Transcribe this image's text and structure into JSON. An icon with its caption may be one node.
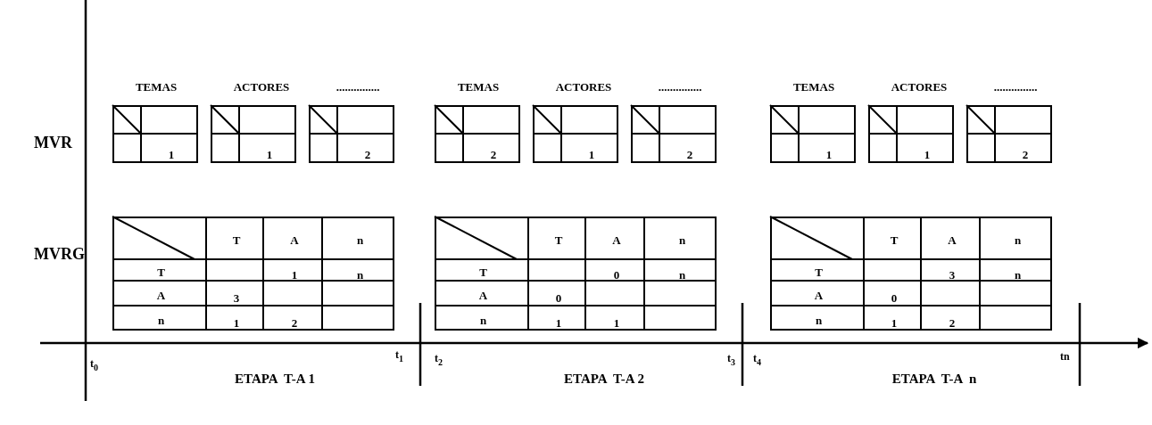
{
  "diagram": {
    "nodes": [
      {
        "text": [
          "1"
        ],
        "beside": [
          "TEMAS"
        ]
      },
      {
        "text": [
          "1"
        ],
        "beside": [
          "ACTORES"
        ]
      },
      {
        "text": [
          "2"
        ],
        "beside": [
          "..............."
        ]
      },
      {
        "text": [
          "2"
        ],
        "beside": [
          "TEMAS"
        ]
      },
      {
        "text": [
          "1"
        ],
        "beside": [
          "ACTORES"
        ]
      },
      {
        "text": [
          "2"
        ],
        "beside": [
          "..............."
        ]
      },
      {
        "text": [
          "1"
        ],
        "beside": [
          "TEMAS"
        ]
      },
      {
        "text": [
          "1"
        ],
        "beside": [
          "ACTORES"
        ]
      },
      {
        "text": [
          "2"
        ],
        "beside": [
          "..............."
        ]
      },
      {
        "text": [
          "T",
          "A",
          "n",
          "T",
          "1",
          "n",
          "A",
          "3",
          "n",
          "1",
          "2"
        ]
      },
      {
        "text": [
          "T",
          "A",
          "n",
          "T",
          "0",
          "n",
          "A",
          "0",
          "n",
          "1",
          "1"
        ]
      },
      {
        "text": [
          "T",
          "A",
          "n",
          "T",
          "3",
          "n",
          "A",
          "0",
          "n",
          "1",
          "2"
        ]
      }
    ],
    "labels": [
      "MVR",
      "MVRG",
      "t$_{0}$",
      "ETAPA  T-A 1",
      "t$_{1}$",
      "t$_{2}$",
      "ETAPA  T-A 2",
      "t$_{3}$",
      "t$_{4}$",
      "ETAPA  T-A  n",
      "tn"
    ]
  }
}
